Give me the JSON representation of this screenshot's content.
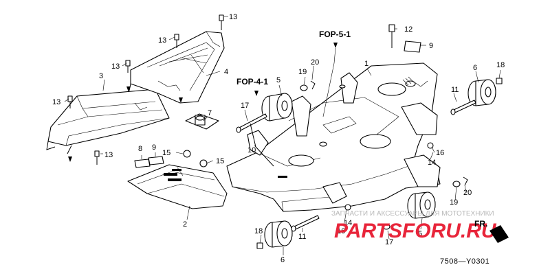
{
  "diagram": {
    "reference_labels": {
      "fop41": "FOP-4-1",
      "fop51": "FOP-5-1"
    },
    "part_callouts": {
      "c2": "2",
      "c3": "3",
      "c4": "4",
      "c1": "1",
      "c5a": "5",
      "c5b": "5",
      "c6a": "6",
      "c6b": "6",
      "c7": "7",
      "c8": "8",
      "c9a": "9",
      "c9b": "9",
      "c10": "10",
      "c11a": "11",
      "c11b": "11",
      "c12": "12",
      "c13a": "13",
      "c13b": "13",
      "c13c": "13",
      "c13d": "13",
      "c13e": "13",
      "c14a": "14",
      "c14b": "14",
      "c15a": "15",
      "c15b": "15",
      "c16a": "16",
      "c16b": "16",
      "c17a": "17",
      "c17b": "17",
      "c18a": "18",
      "c18b": "18",
      "c19a": "19",
      "c19b": "19",
      "c20a": "20",
      "c20b": "20"
    },
    "direction_label": "FR.",
    "diagram_code": "7508—Y0301"
  },
  "watermark": {
    "text": "ЗАПЧАСТИ И АКСЕССУАРЫ ДЛЯ МОТОТЕХНИКИ",
    "logo": "PARTSFORU.RU",
    "logo_color": "#e8253a"
  }
}
